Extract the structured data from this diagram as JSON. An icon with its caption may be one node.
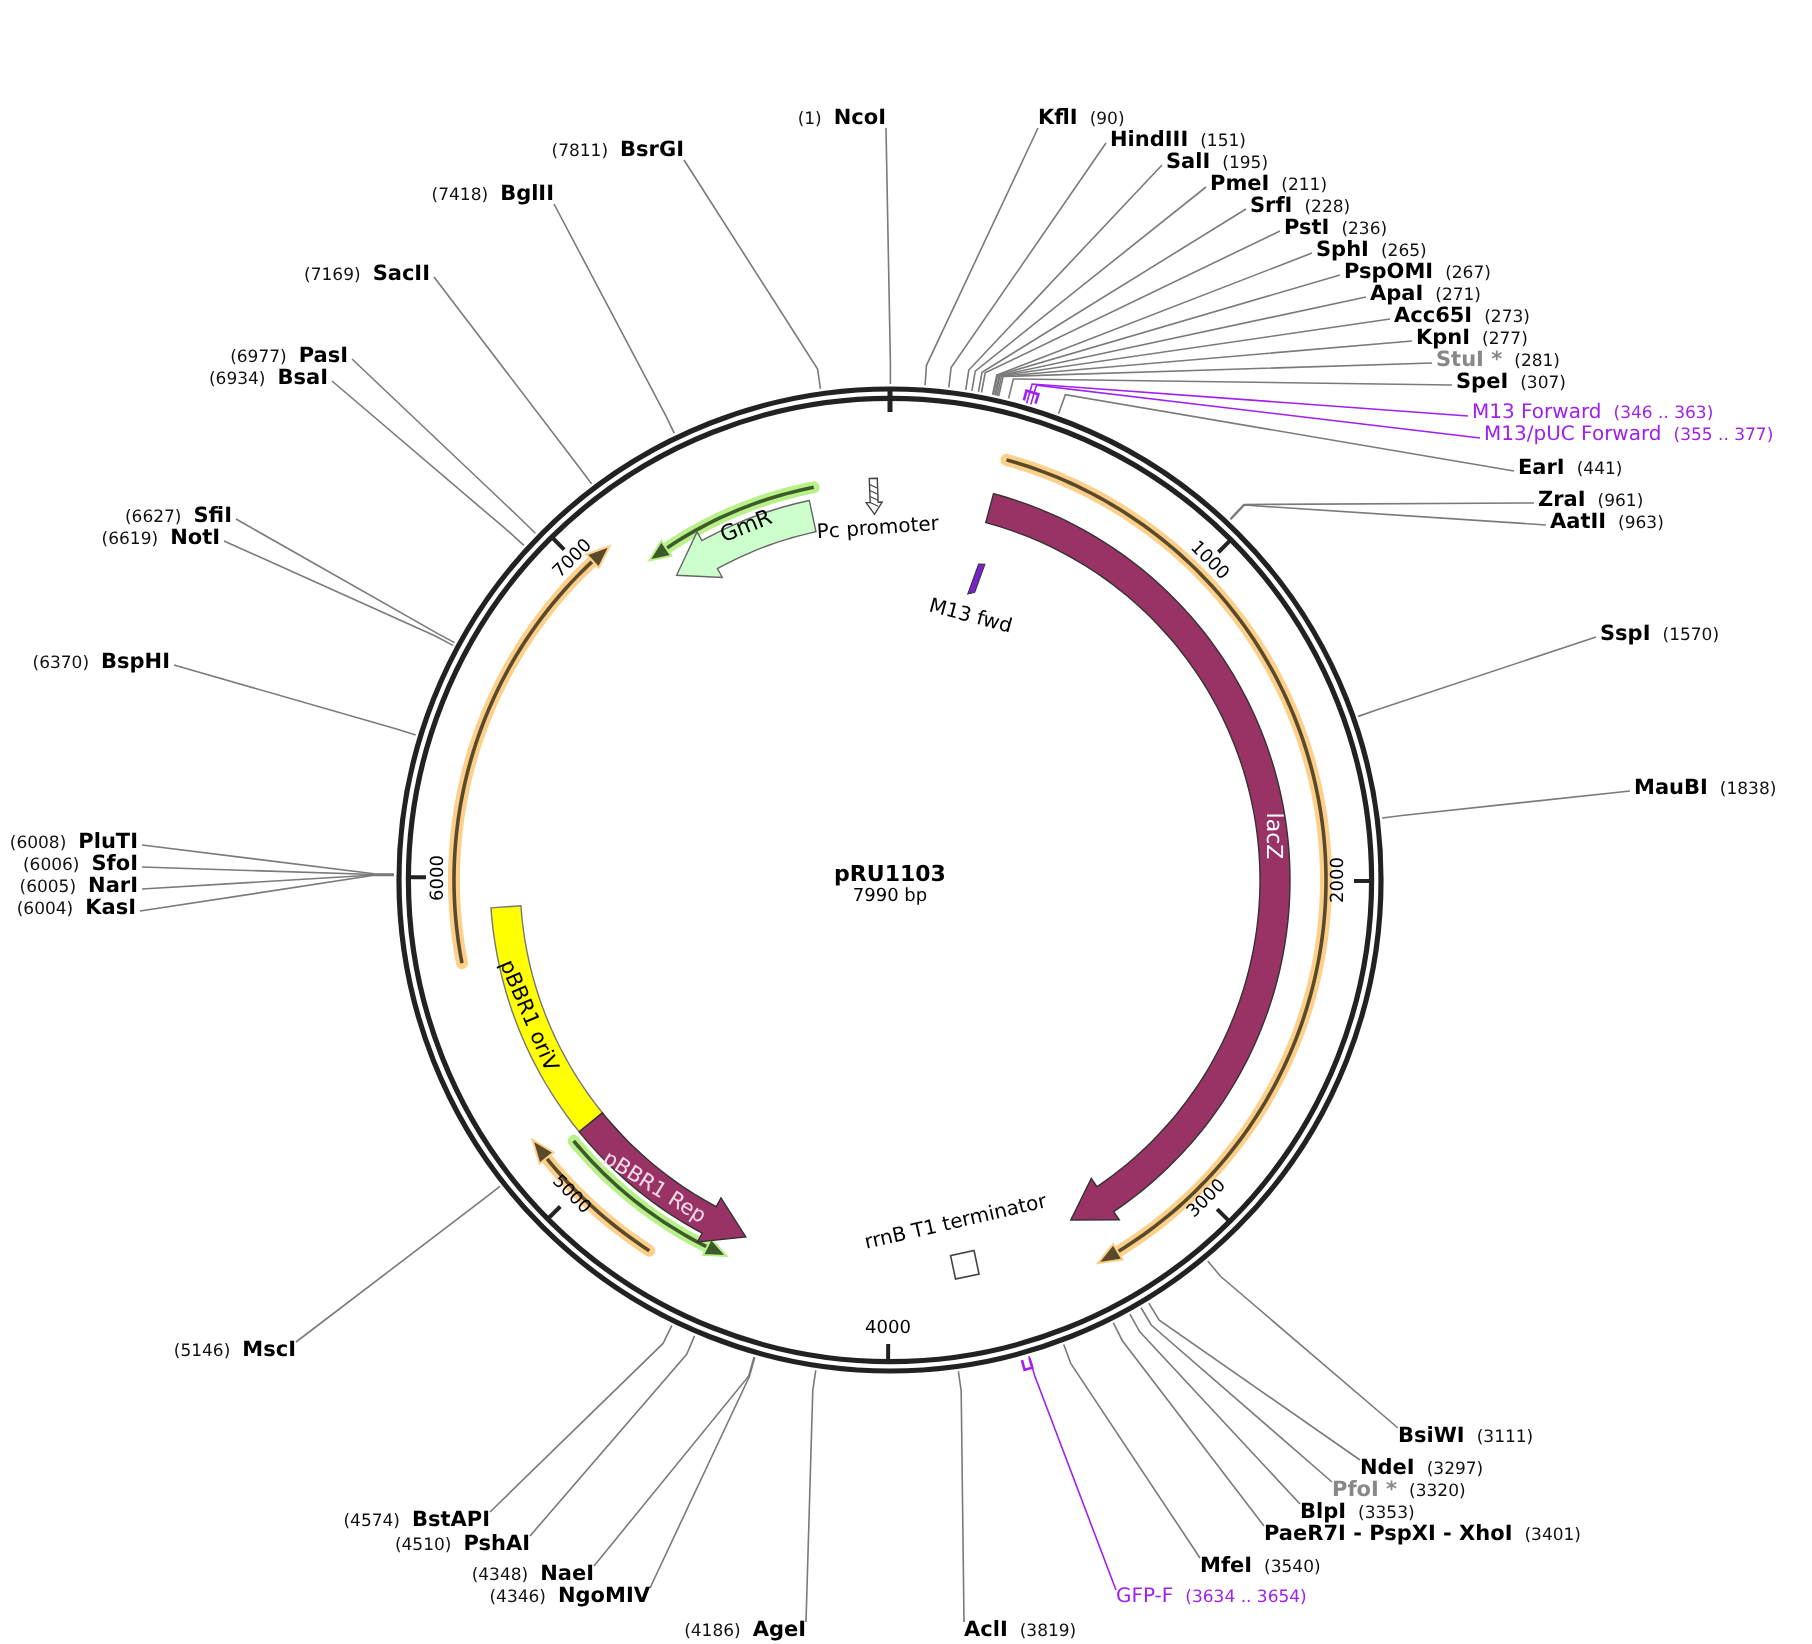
{
  "diagram": {
    "nodes": [
      {
        "text": [
          "pRU1103",
          "7990 bp"
        ]
      },
      {
        "text": [
          "GmR"
        ],
        "in": 0
      },
      {
        "text": [
          "Pc promoter"
        ],
        "in": 0
      },
      {
        "text": [
          "M13 fwd"
        ],
        "in": 0
      },
      {
        "text": [
          "lacZ"
        ],
        "in": 0
      },
      {
        "text": [
          "pBBR1 oriV"
        ],
        "in": 0
      },
      {
        "text": [
          "pBBR1 Rep"
        ],
        "in": 0
      },
      {
        "text": [
          "rrnB T1 terminator"
        ],
        "in": 0
      },
      {
        "text": [
          "(1)",
          "NcoI"
        ]
      },
      {
        "text": [
          "KflI",
          "(90)"
        ]
      },
      {
        "text": [
          "HindIII",
          "(151)"
        ]
      },
      {
        "text": [
          "SalI",
          "(195)"
        ]
      },
      {
        "text": [
          "PmeI",
          "(211)"
        ]
      },
      {
        "text": [
          "SrfI",
          "(228)"
        ]
      },
      {
        "text": [
          "PstI",
          "(236)"
        ]
      },
      {
        "text": [
          "SphI",
          "(265)"
        ]
      },
      {
        "text": [
          "PspOMI",
          "(267)"
        ]
      },
      {
        "text": [
          "ApaI",
          "(271)"
        ]
      },
      {
        "text": [
          "Acc65I",
          "(273)"
        ]
      },
      {
        "text": [
          "KpnI",
          "(277)"
        ]
      },
      {
        "text": [
          "StuI *",
          "(281)"
        ]
      },
      {
        "text": [
          "SpeI",
          "(307)"
        ]
      },
      {
        "text": [
          "M13 Forward",
          "(346 .. 363)"
        ]
      },
      {
        "text": [
          "M13/pUC Forward",
          "(355 .. 377)"
        ]
      },
      {
        "text": [
          "EarI",
          "(441)"
        ]
      },
      {
        "text": [
          "ZraI",
          "(961)"
        ]
      },
      {
        "text": [
          "AatII",
          "(963)"
        ]
      },
      {
        "text": [
          "SspI",
          "(1570)"
        ]
      },
      {
        "text": [
          "MauBI",
          "(1838)"
        ]
      },
      {
        "text": [
          "BsiWI",
          "(3111)"
        ]
      },
      {
        "text": [
          "NdeI",
          "(3297)"
        ]
      },
      {
        "text": [
          "PfoI *",
          "(3320)"
        ]
      },
      {
        "text": [
          "BlpI",
          "(3353)"
        ]
      },
      {
        "text": [
          "PaeR7I - PspXI - XhoI",
          "(3401)"
        ]
      },
      {
        "text": [
          "MfeI",
          "(3540)"
        ]
      },
      {
        "text": [
          "GFP-F",
          "(3634 .. 3654)"
        ]
      },
      {
        "text": [
          "AclI",
          "(3819)"
        ]
      },
      {
        "text": [
          "(4186)",
          "AgeI"
        ]
      },
      {
        "text": [
          "(4346)",
          "NgoMIV"
        ]
      },
      {
        "text": [
          "(4348)",
          "NaeI"
        ]
      },
      {
        "text": [
          "(4510)",
          "PshAI"
        ]
      },
      {
        "text": [
          "(4574)",
          "BstAPI"
        ]
      },
      {
        "text": [
          "(5146)",
          "MscI"
        ]
      },
      {
        "text": [
          "(6004)",
          "KasI"
        ]
      },
      {
        "text": [
          "(6005)",
          "NarI"
        ]
      },
      {
        "text": [
          "(6006)",
          "SfoI"
        ]
      },
      {
        "text": [
          "(6008)",
          "PluTI"
        ]
      },
      {
        "text": [
          "(6370)",
          "BspHI"
        ]
      },
      {
        "text": [
          "(6619)",
          "NotI"
        ]
      },
      {
        "text": [
          "(6627)",
          "SfiI"
        ]
      },
      {
        "text": [
          "(6934)",
          "BsaI"
        ]
      },
      {
        "text": [
          "(6977)",
          "PasI"
        ]
      },
      {
        "text": [
          "(7169)",
          "SacII"
        ]
      },
      {
        "text": [
          "(7418)",
          "BglII"
        ]
      },
      {
        "text": [
          "(7811)",
          "BsrGI"
        ]
      }
    ],
    "edges": [
      {
        "from": 8,
        "to": 0,
        "arrow": "none"
      },
      {
        "from": 9,
        "to": 0,
        "arrow": "none"
      },
      {
        "from": 10,
        "to": 0,
        "arrow": "none"
      },
      {
        "from": 11,
        "to": 0,
        "arrow": "none"
      },
      {
        "from": 12,
        "to": 0,
        "arrow": "none"
      },
      {
        "from": 13,
        "to": 0,
        "arrow": "none"
      },
      {
        "from": 14,
        "to": 0,
        "arrow": "none"
      },
      {
        "from": 15,
        "to": 0,
        "arrow": "none"
      },
      {
        "from": 16,
        "to": 0,
        "arrow": "none"
      },
      {
        "from": 17,
        "to": 0,
        "arrow": "none"
      },
      {
        "from": 18,
        "to": 0,
        "arrow": "none"
      },
      {
        "from": 19,
        "to": 0,
        "arrow": "none"
      },
      {
        "from": 20,
        "to": 0,
        "arrow": "none"
      },
      {
        "from": 21,
        "to": 0,
        "arrow": "none"
      },
      {
        "from": 22,
        "to": 0,
        "arrow": "none",
        "color": "#a020f0"
      },
      {
        "from": 23,
        "to": 0,
        "arrow": "none",
        "color": "#a020f0"
      },
      {
        "from": 24,
        "to": 0,
        "arrow": "none"
      },
      {
        "from": 25,
        "to": 0,
        "arrow": "none"
      },
      {
        "from": 26,
        "to": 0,
        "arrow": "none"
      },
      {
        "from": 27,
        "to": 0,
        "arrow": "none"
      },
      {
        "from": 28,
        "to": 0,
        "arrow": "none"
      },
      {
        "from": 29,
        "to": 0,
        "arrow": "none"
      },
      {
        "from": 30,
        "to": 0,
        "arrow": "none"
      },
      {
        "from": 31,
        "to": 0,
        "arrow": "none"
      },
      {
        "from": 32,
        "to": 0,
        "arrow": "none"
      },
      {
        "from": 33,
        "to": 0,
        "arrow": "none"
      },
      {
        "from": 34,
        "to": 0,
        "arrow": "none"
      },
      {
        "from": 35,
        "to": 0,
        "arrow": "none",
        "color": "#a020f0"
      },
      {
        "from": 36,
        "to": 0,
        "arrow": "none"
      },
      {
        "from": 37,
        "to": 0,
        "arrow": "none"
      },
      {
        "from": 38,
        "to": 0,
        "arrow": "none"
      },
      {
        "from": 39,
        "to": 0,
        "arrow": "none"
      },
      {
        "from": 40,
        "to": 0,
        "arrow": "none"
      },
      {
        "from": 41,
        "to": 0,
        "arrow": "none"
      },
      {
        "from": 42,
        "to": 0,
        "arrow": "none"
      },
      {
        "from": 43,
        "to": 0,
        "arrow": "none"
      },
      {
        "from": 44,
        "to": 0,
        "arrow": "none"
      },
      {
        "from": 45,
        "to": 0,
        "arrow": "none"
      },
      {
        "from": 46,
        "to": 0,
        "arrow": "none"
      },
      {
        "from": 47,
        "to": 0,
        "arrow": "none"
      },
      {
        "from": 48,
        "to": 0,
        "arrow": "none"
      },
      {
        "from": 49,
        "to": 0,
        "arrow": "none"
      },
      {
        "from": 50,
        "to": 0,
        "arrow": "none"
      },
      {
        "from": 51,
        "to": 0,
        "arrow": "none"
      },
      {
        "from": 52,
        "to": 0,
        "arrow": "none"
      },
      {
        "from": 53,
        "to": 0,
        "arrow": "none"
      },
      {
        "from": 54,
        "to": 0,
        "arrow": "none"
      }
    ],
    "labels": [
      "1000",
      "2000",
      "3000",
      "4000",
      "5000",
      "6000",
      "7000"
    ]
  }
}
